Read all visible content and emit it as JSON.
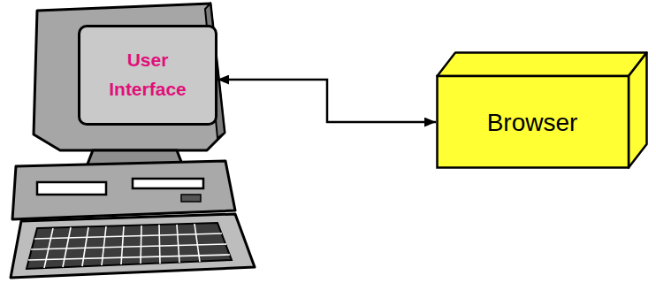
{
  "diagram": {
    "nodes": [
      {
        "text": [
          "User Interface"
        ]
      },
      {
        "text": [
          "Browser"
        ]
      }
    ],
    "edges": [
      {
        "from": 0,
        "to": 1,
        "arrow": "both"
      }
    ]
  }
}
